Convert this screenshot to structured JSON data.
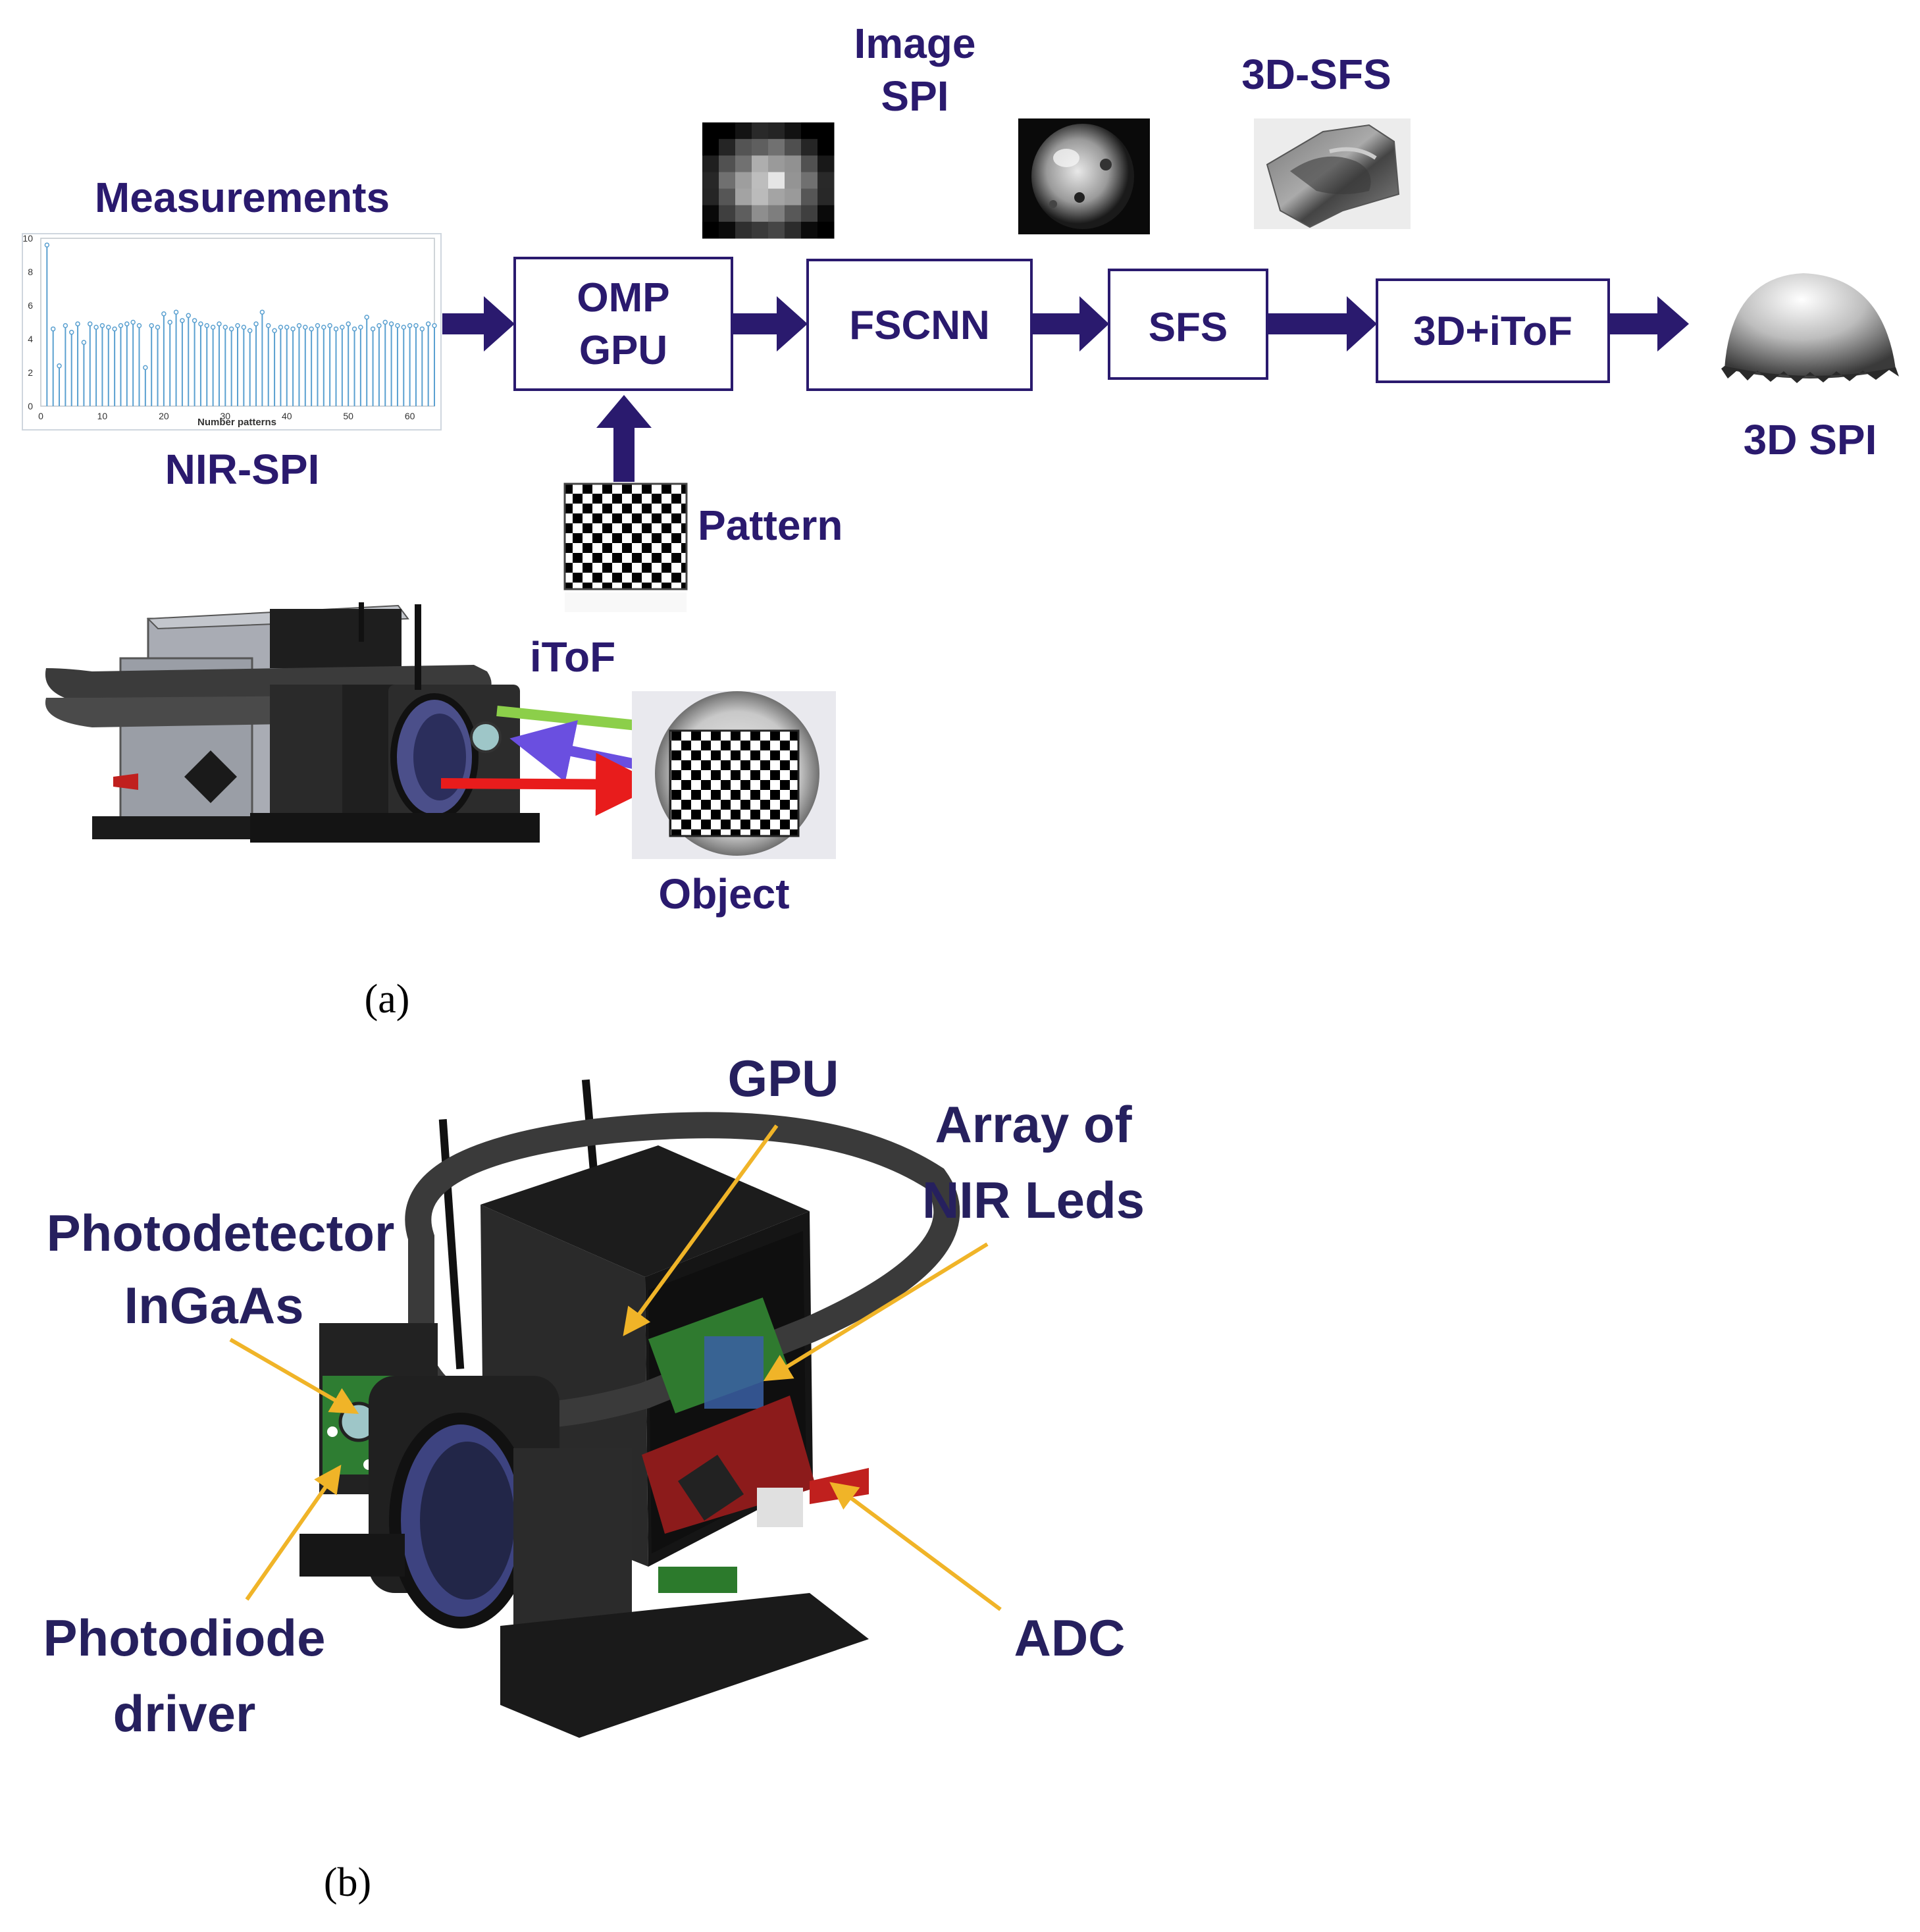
{
  "panel_a": {
    "measurements_title": "Measurements",
    "nir_spi_label": "NIR-SPI",
    "chart_xlabel": "Number patterns",
    "chart_yticks": [
      "0",
      "2",
      "4",
      "6",
      "8",
      "10"
    ],
    "chart_xticks": [
      "0",
      "10",
      "20",
      "30",
      "40",
      "50",
      "60"
    ],
    "image_spi_line1": "Image",
    "image_spi_line2": "SPI",
    "sfs3d_label": "3D-SFS",
    "box_omp_line1": "OMP",
    "box_omp_line2": "GPU",
    "box_fscnn": "FSCNN",
    "box_sfs": "SFS",
    "box_3ditof": "3D+iToF",
    "output_label": "3D SPI",
    "pattern_label": "Pattern",
    "itof_label": "iToF",
    "object_label": "Object",
    "caption": "(a)"
  },
  "panel_b": {
    "gpu_label": "GPU",
    "array_line1": "Array of",
    "array_line2": "NIR Leds",
    "photodetector_line1": "Photodetector",
    "photodetector_line2": "InGaAs",
    "photodiode_line1": "Photodiode",
    "photodiode_line2": "driver",
    "adc_label": "ADC",
    "caption": "(b)"
  },
  "colors": {
    "label_navy": "#2a1a6e",
    "pointer_yellow": "#f0b428",
    "arrow_green": "#8ccf4a",
    "arrow_purple": "#6a4fe0",
    "arrow_red": "#e81c1c",
    "stem_blue": "#5aa0d0"
  },
  "chart_data": {
    "type": "scatter",
    "xlabel": "Number patterns",
    "ylabel": "",
    "xlim": [
      0,
      64
    ],
    "ylim": [
      0,
      10
    ],
    "grid": false,
    "x": [
      1,
      2,
      3,
      4,
      5,
      6,
      7,
      8,
      9,
      10,
      11,
      12,
      13,
      14,
      15,
      16,
      17,
      18,
      19,
      20,
      21,
      22,
      23,
      24,
      25,
      26,
      27,
      28,
      29,
      30,
      31,
      32,
      33,
      34,
      35,
      36,
      37,
      38,
      39,
      40,
      41,
      42,
      43,
      44,
      45,
      46,
      47,
      48,
      49,
      50,
      51,
      52,
      53,
      54,
      55,
      56,
      57,
      58,
      59,
      60,
      61,
      62,
      63,
      64
    ],
    "values": [
      9.6,
      4.6,
      2.4,
      4.8,
      4.4,
      4.9,
      3.8,
      4.9,
      4.7,
      4.8,
      4.7,
      4.6,
      4.8,
      4.9,
      5.0,
      4.8,
      2.3,
      4.8,
      4.7,
      5.5,
      5.0,
      5.6,
      5.1,
      5.4,
      5.1,
      4.9,
      4.8,
      4.7,
      4.9,
      4.7,
      4.6,
      4.8,
      4.7,
      4.5,
      4.9,
      5.6,
      4.8,
      4.5,
      4.7,
      4.7,
      4.6,
      4.8,
      4.7,
      4.6,
      4.8,
      4.7,
      4.8,
      4.6,
      4.7,
      4.9,
      4.6,
      4.7,
      5.3,
      4.6,
      4.8,
      5.0,
      4.9,
      4.8,
      4.7,
      4.8,
      4.8,
      4.6,
      4.9,
      4.8
    ]
  }
}
